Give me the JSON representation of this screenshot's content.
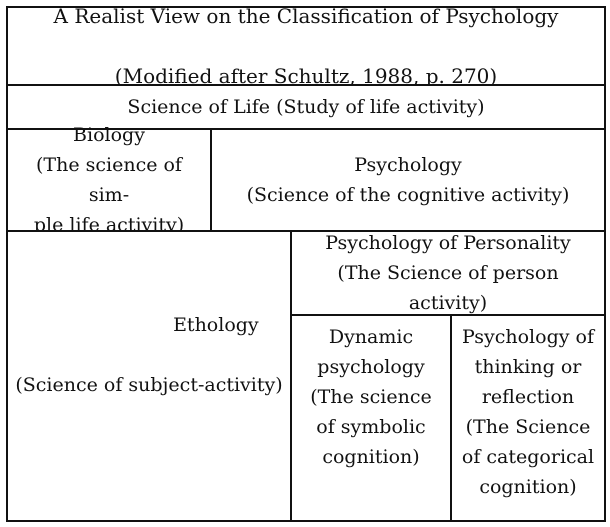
{
  "title": {
    "line1": "A Realist View on the Classification of Psychology",
    "line2": "(Modified after Schultz, 1988, p. 270)"
  },
  "life": "Science of Life (Study of life activity)",
  "biology": "Biology\n(The science of sim-\nple life activity)",
  "psychology": "Psychology\n(Science of the cognitive activity)",
  "ethology": {
    "name": "Ethology",
    "desc": "(Science of subject-activity)"
  },
  "personality": "Psychology of Personality\n(The Science of person activity)",
  "dynamic": "Dynamic\npsychology\n(The science\nof symbolic\ncognition)",
  "thinking": "Psychology of\nthinking or\nreflection\n(The Science\nof categorical\ncognition)"
}
